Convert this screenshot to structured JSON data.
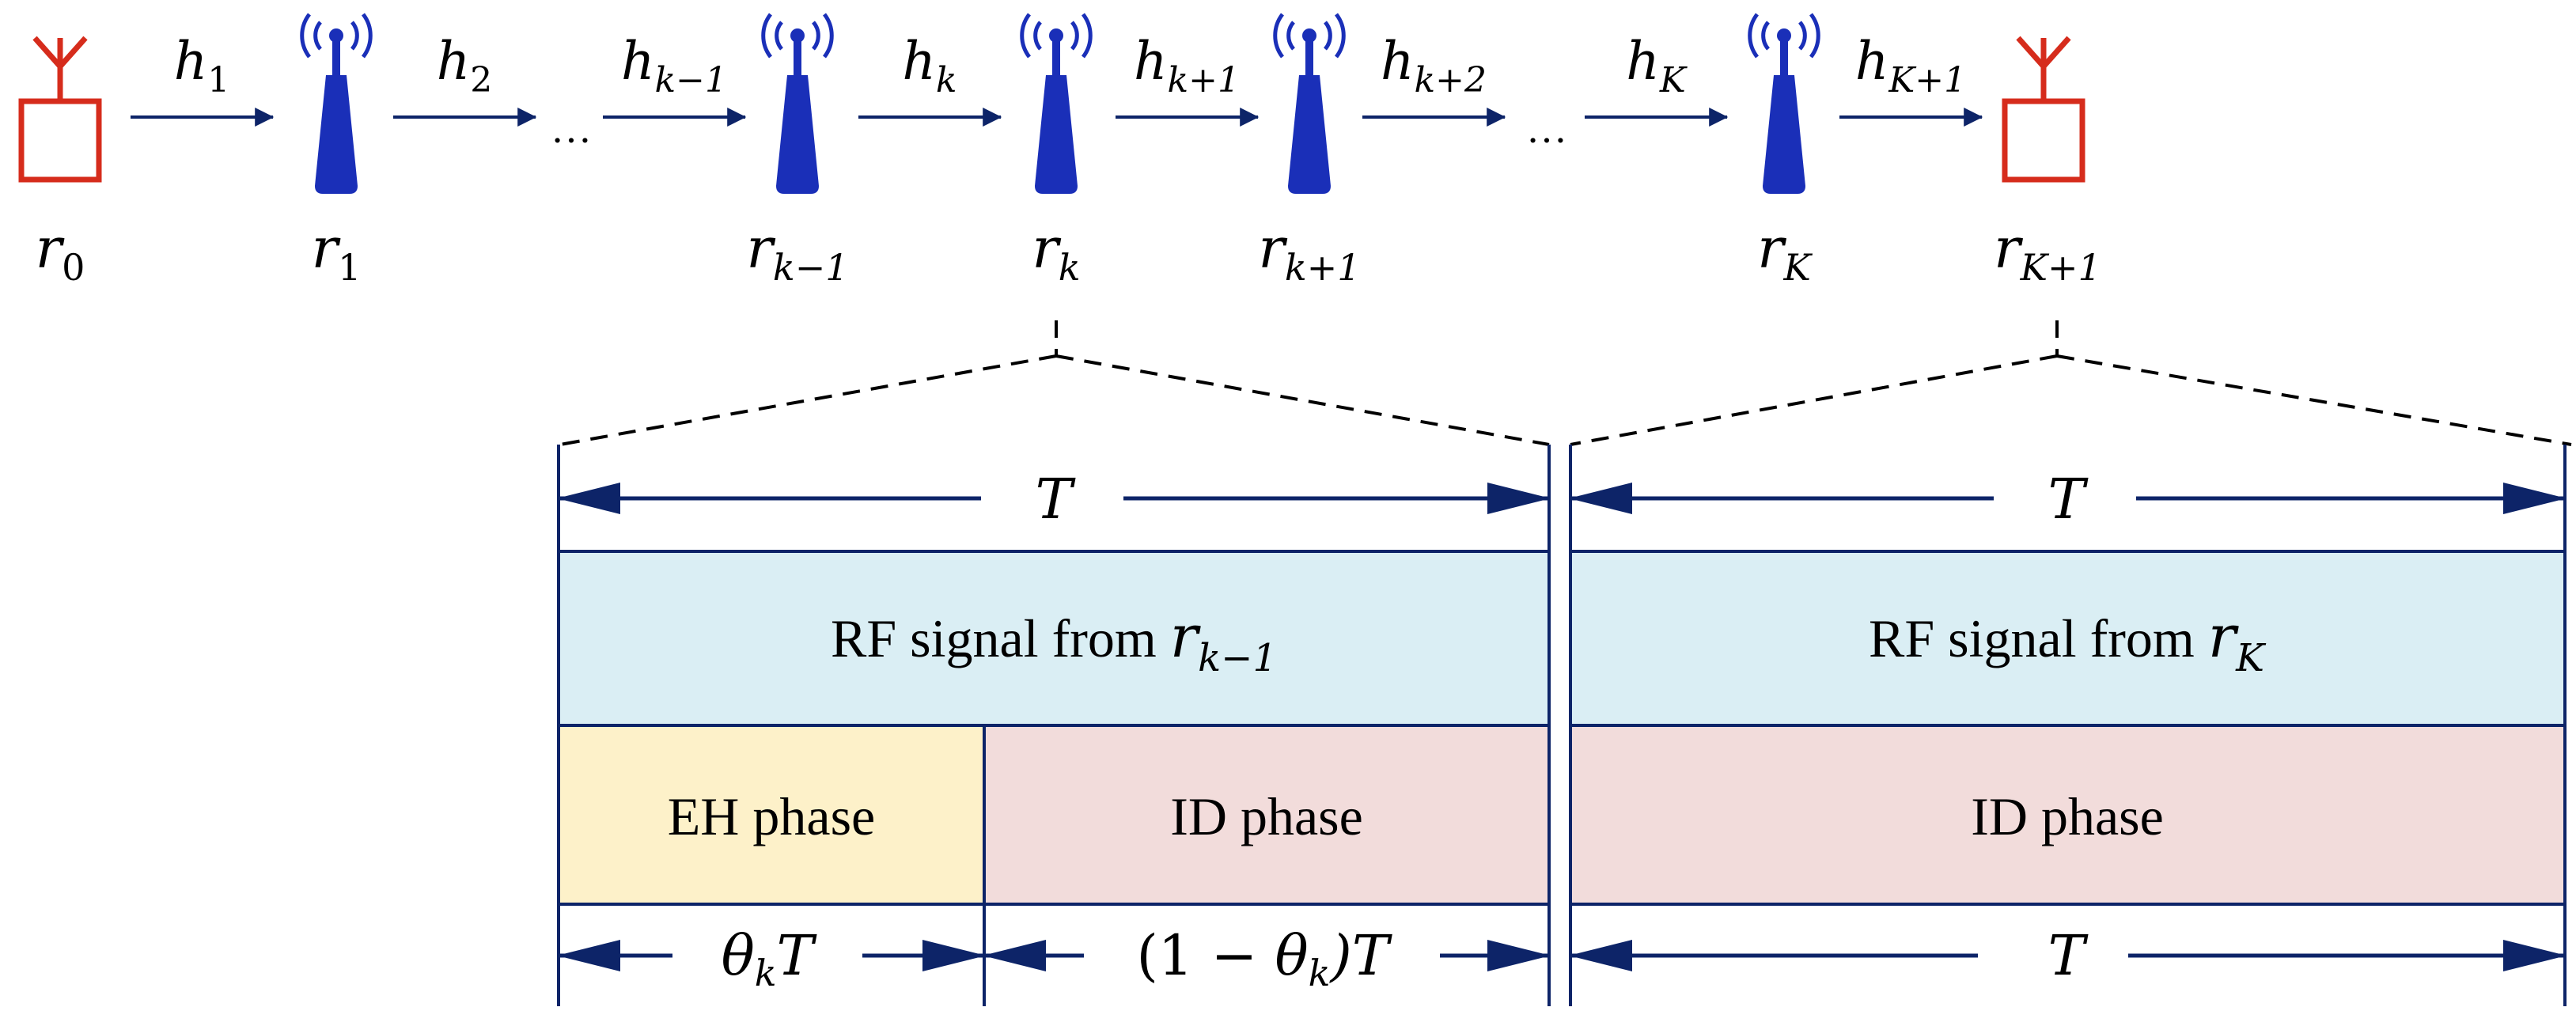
{
  "colors": {
    "source_node": "#d62c1c",
    "relay_node": "#1a2fb8",
    "arrow": "#0d2468",
    "rf_fill": "#daeef4",
    "eh_fill": "#fdf1c9",
    "id_fill": "#f2dcdb",
    "stroke": "#0d2468",
    "text": "#000000"
  },
  "icons": {
    "source": "antenna-box-icon",
    "relay": "relay-tower-icon",
    "destination": "antenna-box-icon"
  },
  "nodes": [
    {
      "key": "r0",
      "base": "r",
      "sub": "0",
      "kind": "source"
    },
    {
      "key": "r1",
      "base": "r",
      "sub": "1",
      "kind": "relay"
    },
    {
      "key": "rk-1",
      "base": "r",
      "sub": "k−1",
      "kind": "relay"
    },
    {
      "key": "rk",
      "base": "r",
      "sub": "k",
      "kind": "relay"
    },
    {
      "key": "rk+1",
      "base": "r",
      "sub": "k+1",
      "kind": "relay"
    },
    {
      "key": "rK",
      "base": "r",
      "sub": "K",
      "kind": "relay"
    },
    {
      "key": "rK+1",
      "base": "r",
      "sub": "K+1",
      "kind": "destination"
    }
  ],
  "channels": [
    {
      "base": "h",
      "sub": "1"
    },
    {
      "base": "h",
      "sub": "2"
    },
    {
      "base": "h",
      "sub": "k−1"
    },
    {
      "base": "h",
      "sub": "k"
    },
    {
      "base": "h",
      "sub": "k+1"
    },
    {
      "base": "h",
      "sub": "k+2"
    },
    {
      "base": "h",
      "sub": "K"
    },
    {
      "base": "h",
      "sub": "K+1"
    }
  ],
  "ellipsis": "…",
  "frames": {
    "left": {
      "duration": "T",
      "rf_text": "RF signal from ",
      "rf_var": {
        "base": "r",
        "sub": "k−1"
      },
      "eh_label": "EH phase",
      "id_label": "ID phase",
      "eh_duration": {
        "base": "θ",
        "sub": "k",
        "tail": "T"
      },
      "id_duration": {
        "pre": "(1 − ",
        "base": "θ",
        "sub": "k",
        "post": ")T"
      }
    },
    "right": {
      "duration": "T",
      "rf_text": "RF signal from ",
      "rf_var": {
        "base": "r",
        "sub": "K"
      },
      "id_label": "ID phase",
      "id_duration": "T"
    }
  }
}
